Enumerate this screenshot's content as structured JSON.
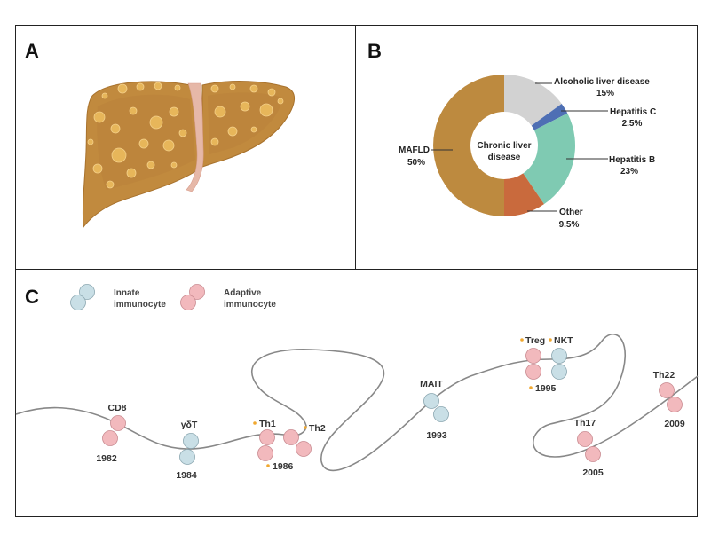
{
  "panels": {
    "a_letter": "A",
    "b_letter": "B",
    "c_letter": "C"
  },
  "colors": {
    "liver": "#c18a3e",
    "liver_dark": "#a8722d",
    "fat": "#e7b65a",
    "ligament": "#e6b8a8",
    "mafld": "#bd8a3f",
    "alcoholic": "#d2d2d2",
    "hep_c": "#4e6fb4",
    "hep_b": "#7fcab2",
    "other": "#c96a3d",
    "innate_cell": "#c9dfe6",
    "adaptive_cell": "#f2b9bd",
    "dot": "#f0a830"
  },
  "chart_data": {
    "type": "pie",
    "center_label": [
      "Chronic liver",
      "disease"
    ],
    "slices": [
      {
        "label": "Alcoholic liver disease",
        "pct": "15%",
        "value": 15,
        "color": "#d2d2d2"
      },
      {
        "label": "Hepatitis C",
        "pct": "2.5%",
        "value": 2.5,
        "color": "#4e6fb4"
      },
      {
        "label": "Hepatitis B",
        "pct": "23%",
        "value": 23,
        "color": "#7fcab2"
      },
      {
        "label": "Other",
        "pct": "9.5%",
        "value": 9.5,
        "color": "#c96a3d"
      },
      {
        "label": "MAFLD",
        "pct": "50%",
        "value": 50,
        "color": "#bd8a3f"
      }
    ]
  },
  "legend": {
    "innate_line1": "Innate",
    "innate_line2": "immunocyte",
    "adaptive_line1": "Adaptive",
    "adaptive_line2": "immunocyte"
  },
  "timeline": {
    "cd8": {
      "name": "CD8",
      "year": "1982"
    },
    "gdt": {
      "name": "γδT",
      "year": "1984"
    },
    "th1": {
      "name": "Th1"
    },
    "th2": {
      "name": "Th2"
    },
    "year_1986": "1986",
    "mait": {
      "name": "MAIT",
      "year": "1993"
    },
    "treg": {
      "name": "Treg"
    },
    "nkt": {
      "name": "NKT"
    },
    "year_1995": "1995",
    "th17": {
      "name": "Th17",
      "year": "2005"
    },
    "th22": {
      "name": "Th22",
      "year": "2009"
    }
  }
}
